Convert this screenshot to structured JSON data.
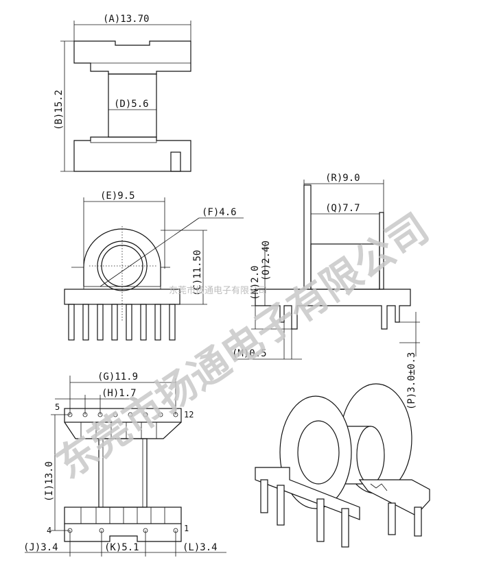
{
  "dimensions": {
    "a": "(A)13.70",
    "b": "(B)15.2",
    "d": "(D)5.6",
    "e": "(E)9.5",
    "f": "(F)4.6",
    "c": "(C)11.50",
    "r": "(R)9.0",
    "q": "(Q)7.7",
    "n": "(N)2.0",
    "o": "(O)2.40",
    "m": "(M)0.5",
    "p": "(P)3.0±0.3",
    "g": "(G)11.9",
    "h": "(H)1.7",
    "i": "(I)13.0",
    "j": "(J)3.4",
    "k": "(K)5.1",
    "l": "(L)3.4"
  },
  "pins": {
    "top_left": "5",
    "top_right": "12",
    "bottom_left": "4",
    "bottom_right": "1"
  },
  "watermark": {
    "large": "东莞市扬通电子有限公司",
    "small": "东莞市扬通电子有限公司"
  }
}
